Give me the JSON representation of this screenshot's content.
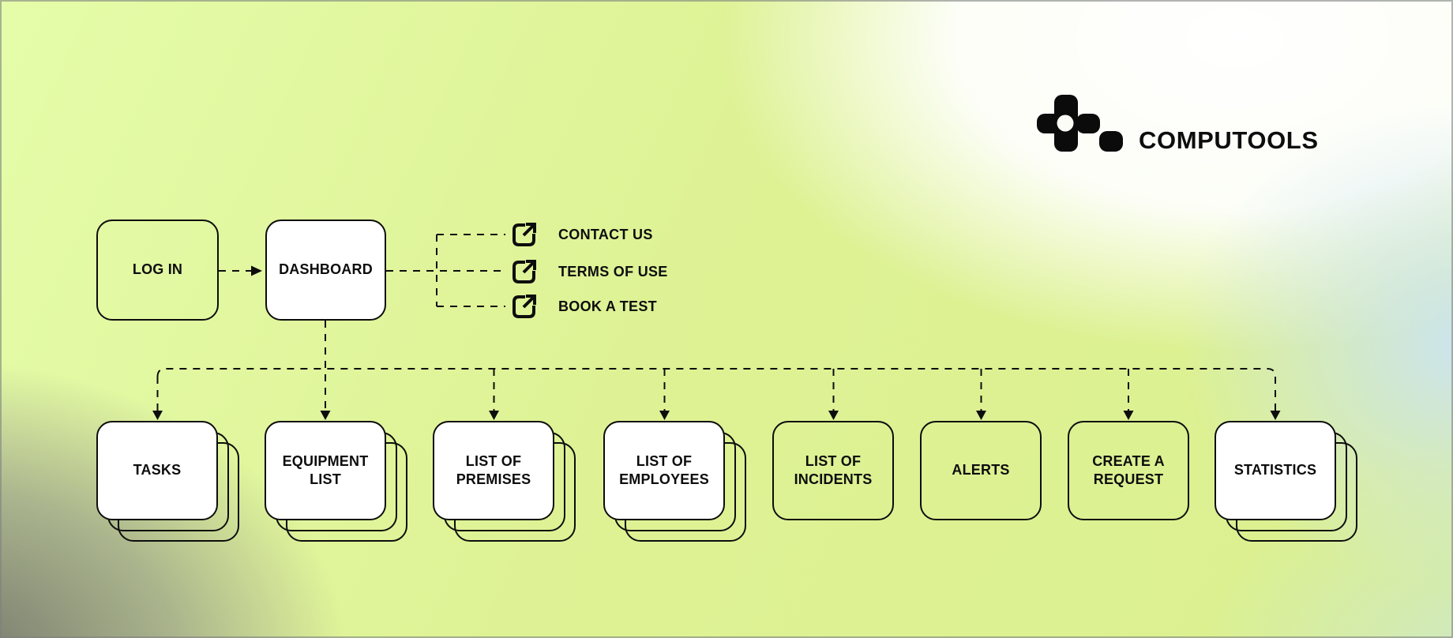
{
  "brand": {
    "name": "COMPUTOOLS",
    "logo_icon": "computools-pixel-mark"
  },
  "flow": {
    "login": {
      "label": "LOG IN"
    },
    "dashboard": {
      "label": "DASHBOARD"
    },
    "external_links": [
      {
        "label": "CONTACT US",
        "icon": "external-link"
      },
      {
        "label": "TERMS OF USE",
        "icon": "external-link"
      },
      {
        "label": "BOOK A TEST",
        "icon": "external-link"
      }
    ],
    "children": [
      {
        "label": "TASKS",
        "style": "stacked-white"
      },
      {
        "label": "EQUIPMENT LIST",
        "style": "stacked-white"
      },
      {
        "label": "LIST OF PREMISES",
        "style": "stacked-white"
      },
      {
        "label": "LIST OF EMPLOYEES",
        "style": "stacked-white"
      },
      {
        "label": "LIST OF INCIDENTS",
        "style": "plain-transparent"
      },
      {
        "label": "ALERTS",
        "style": "plain-transparent"
      },
      {
        "label": "CREATE A REQUEST",
        "style": "plain-transparent"
      },
      {
        "label": "STATISTICS",
        "style": "stacked-white"
      }
    ]
  },
  "icons": {
    "external_link": "arrow-up-right-from-square",
    "connector_arrow": "filled-triangle"
  },
  "colors": {
    "ink": "#0d0d0d",
    "card_white": "#ffffff",
    "bg_green": "#def293",
    "bg_gray": "#8f9186",
    "bg_blue": "#cbe3f5",
    "bg_white": "#ffffff"
  }
}
